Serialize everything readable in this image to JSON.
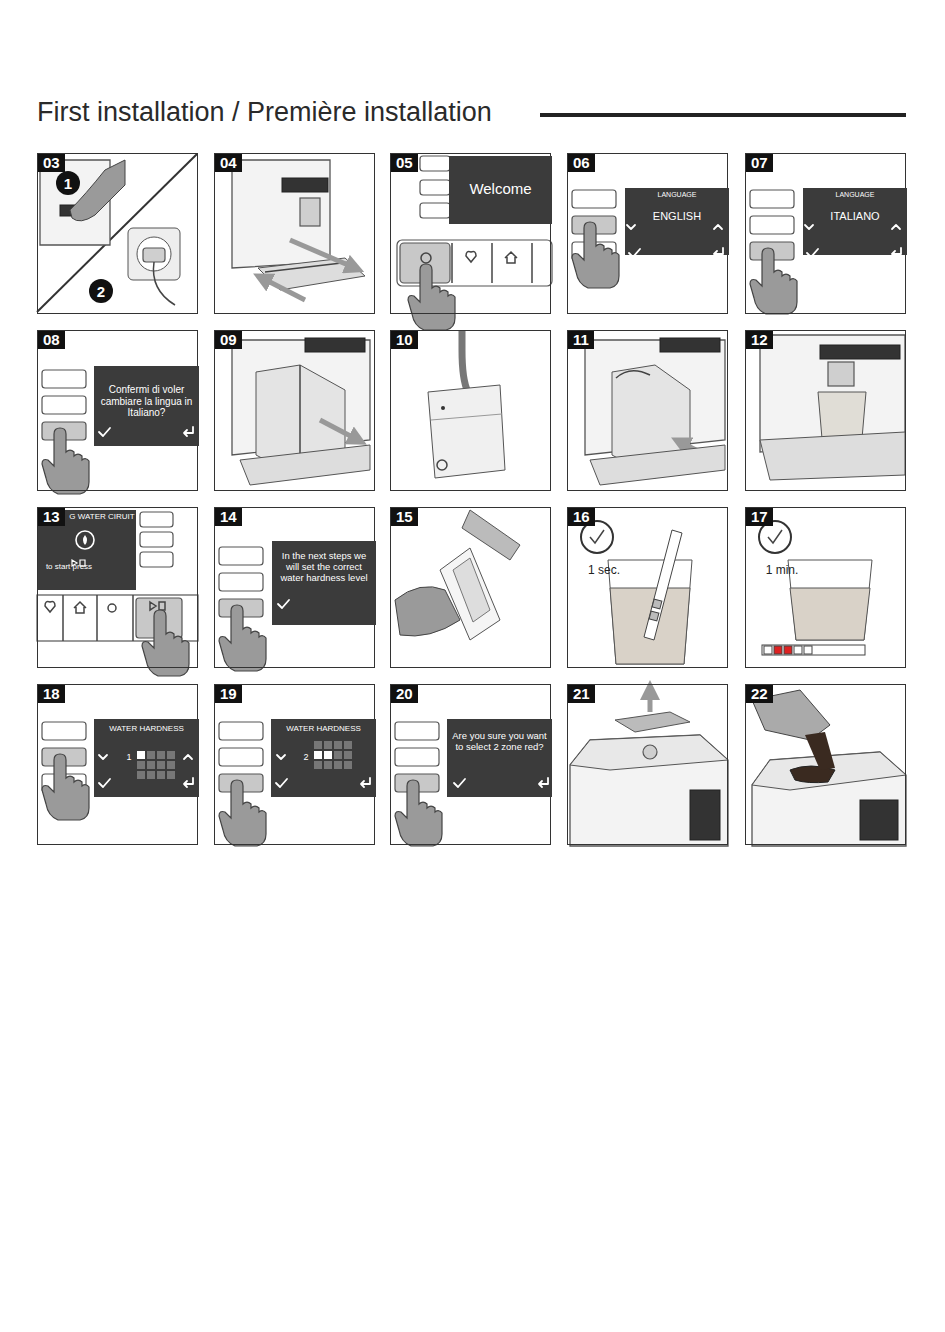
{
  "diagram": {
    "title": "First installation / Première installation",
    "nodes": [
      {
        "text": [
          "03"
        ]
      },
      {
        "text": [
          "1"
        ],
        "in": 0
      },
      {
        "text": [
          "2"
        ],
        "in": 0
      },
      {
        "text": [
          "04"
        ]
      },
      {
        "text": [
          "05"
        ]
      },
      {
        "text": [
          "Welcome"
        ],
        "in": 4
      },
      {
        "text": [
          "06"
        ]
      },
      {
        "text": [
          "LANGUAGE",
          "ENGLISH"
        ],
        "in": 6
      },
      {
        "text": [
          "07"
        ]
      },
      {
        "text": [
          "LANGUAGE",
          "ITALIANO"
        ],
        "in": 8
      },
      {
        "text": [
          "08"
        ]
      },
      {
        "text": [
          "Confermi di voler cambiare la lingua in Italiano?"
        ],
        "in": 10
      },
      {
        "text": [
          "09"
        ]
      },
      {
        "text": [
          "10"
        ]
      },
      {
        "text": [
          "11"
        ]
      },
      {
        "text": [
          "12"
        ]
      },
      {
        "text": [
          "13"
        ]
      },
      {
        "text": [
          "G WATER CIRUIT",
          "to start press"
        ],
        "in": 16
      },
      {
        "text": [
          "14"
        ]
      },
      {
        "text": [
          "In the next steps we will set the correct water hardness level"
        ],
        "in": 18
      },
      {
        "text": [
          "15"
        ]
      },
      {
        "text": [
          "16",
          "1 sec."
        ]
      },
      {
        "text": [
          "17",
          "1 min."
        ]
      },
      {
        "text": [
          "18"
        ]
      },
      {
        "text": [
          "WATER HARDNESS",
          "1"
        ],
        "in": 23
      },
      {
        "text": [
          "19"
        ]
      },
      {
        "text": [
          "WATER HARDNESS",
          "2"
        ],
        "in": 25
      },
      {
        "text": [
          "20"
        ]
      },
      {
        "text": [
          "Are you sure you want to select 2 zone red?"
        ],
        "in": 27
      },
      {
        "text": [
          "21"
        ]
      },
      {
        "text": [
          "22"
        ]
      }
    ]
  }
}
